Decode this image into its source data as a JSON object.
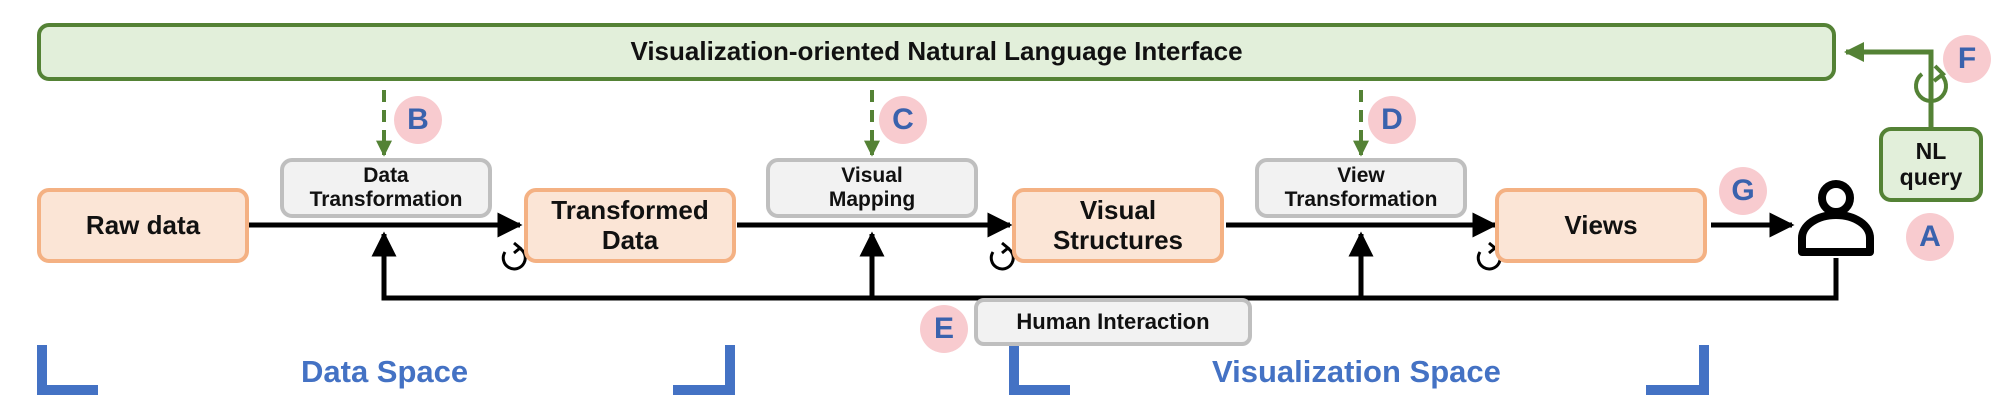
{
  "title": "Visualization-oriented Natural Language Interface",
  "stages": {
    "raw": "Raw data",
    "transformed": "Transformed\nData",
    "structures": "Visual\nStructures",
    "views": "Views"
  },
  "operations": {
    "data_transformation": "Data\nTransformation",
    "visual_mapping": "Visual\nMapping",
    "view_transformation": "View\nTransformation"
  },
  "human_interaction": "Human Interaction",
  "nl_query": "NL\nquery",
  "badges": {
    "a": "A",
    "b": "B",
    "c": "C",
    "d": "D",
    "e": "E",
    "f": "F",
    "g": "G"
  },
  "spaces": {
    "data": "Data Space",
    "visualization": "Visualization Space"
  },
  "icons": {
    "user": "user-icon",
    "cycle": "cycle-arrow-icon"
  },
  "colors": {
    "green": "#548235",
    "green_fill": "#e2efda",
    "orange_border": "#f4b183",
    "orange_fill": "#fbe5d6",
    "gray_border": "#bfbfbf",
    "gray_fill": "#f2f2f2",
    "badge_fill": "#f8cbcf",
    "badge_text": "#3a62ad",
    "space_blue": "#4472c4"
  }
}
